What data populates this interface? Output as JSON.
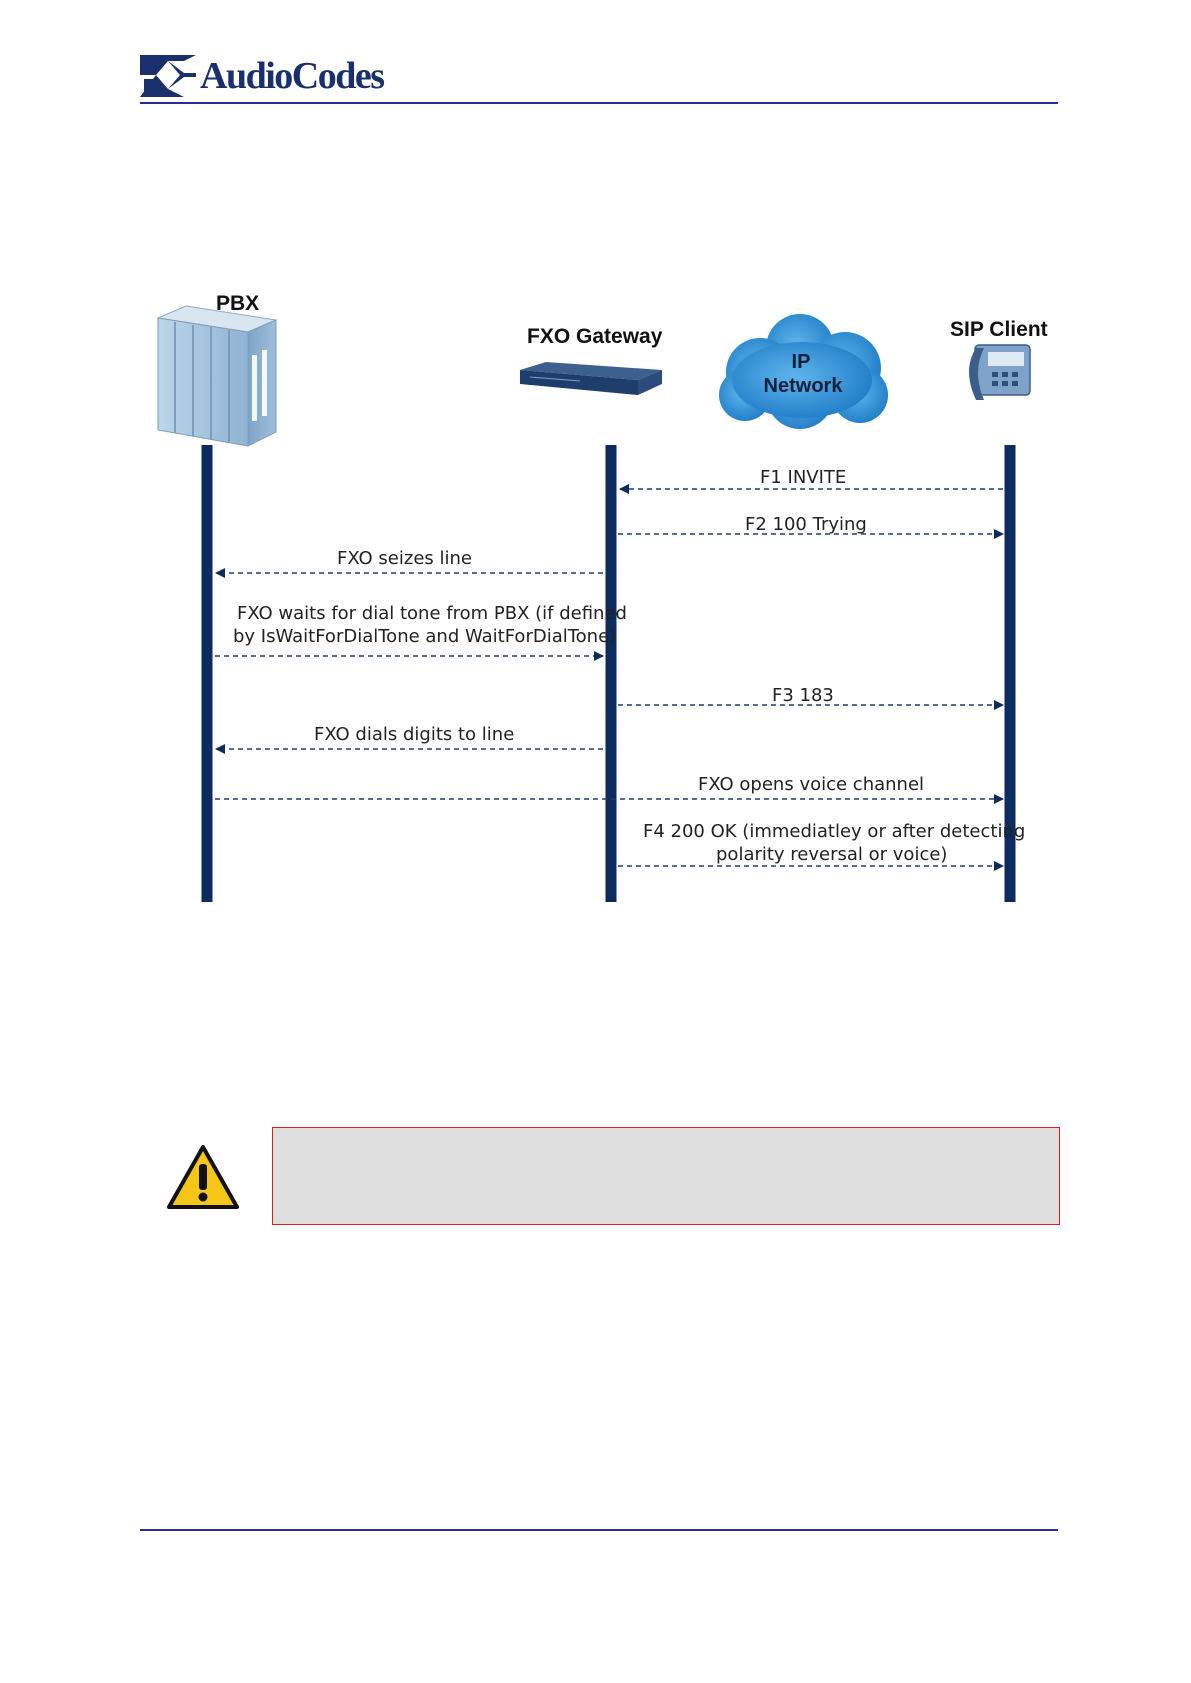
{
  "header": {
    "logo_text": "AudioCodes"
  },
  "diagram": {
    "entities": {
      "pbx": "PBX",
      "gateway": "FXO Gateway",
      "network_line1": "IP",
      "network_line2": "Network",
      "sip_client": "SIP Client"
    },
    "messages": [
      {
        "lines": [
          "F1   INVITE"
        ],
        "from": "sip_client",
        "to": "gateway"
      },
      {
        "lines": [
          "F2   100 Trying"
        ],
        "from": "gateway",
        "to": "sip_client"
      },
      {
        "lines": [
          "FXO seizes line"
        ],
        "from": "gateway",
        "to": "pbx"
      },
      {
        "lines": [
          "FXO waits for dial tone from PBX (if defined",
          "by IsWaitForDialTone and WaitForDialTone)"
        ],
        "from": "pbx",
        "to": "gateway"
      },
      {
        "lines": [
          "F3   183"
        ],
        "from": "gateway",
        "to": "sip_client"
      },
      {
        "lines": [
          "FXO dials digits to line"
        ],
        "from": "gateway",
        "to": "pbx"
      },
      {
        "lines": [
          "FXO opens voice channel"
        ],
        "from": "pbx",
        "to": "sip_client"
      },
      {
        "lines": [
          "F4    200 OK (immediatley or after detecting",
          "polarity reversal or voice)"
        ],
        "from": "gateway",
        "to": "sip_client"
      }
    ]
  },
  "colors": {
    "lifeline": "#0d2b5e",
    "rule": "#2a2aa0",
    "note_border": "#d42020",
    "note_fill": "#dedede",
    "logo": "#1a2f6e"
  },
  "icons": {
    "warning": "warning-icon"
  }
}
